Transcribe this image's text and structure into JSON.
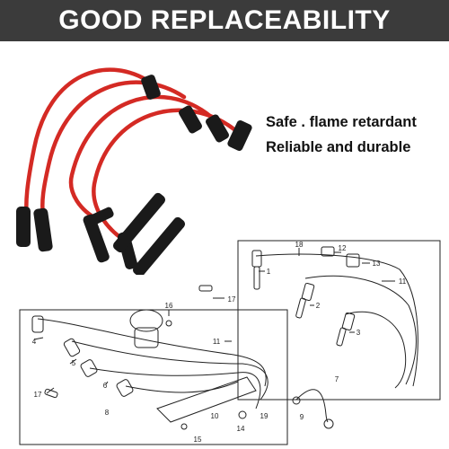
{
  "banner": {
    "title": "GOOD REPLACEABILITY",
    "bg_color": "#3b3b3b",
    "text_color": "#ffffff"
  },
  "features": [
    "Safe . flame retardant",
    "Reliable and durable"
  ],
  "product": {
    "wire_color": "#d42a24",
    "boot_color": "#1a1a1a"
  },
  "diagram": {
    "callouts": [
      "1",
      "2",
      "3",
      "4",
      "5",
      "6",
      "7",
      "8",
      "9",
      "10",
      "11",
      "11",
      "12",
      "13",
      "14",
      "15",
      "16",
      "17",
      "17",
      "18",
      "19"
    ]
  }
}
